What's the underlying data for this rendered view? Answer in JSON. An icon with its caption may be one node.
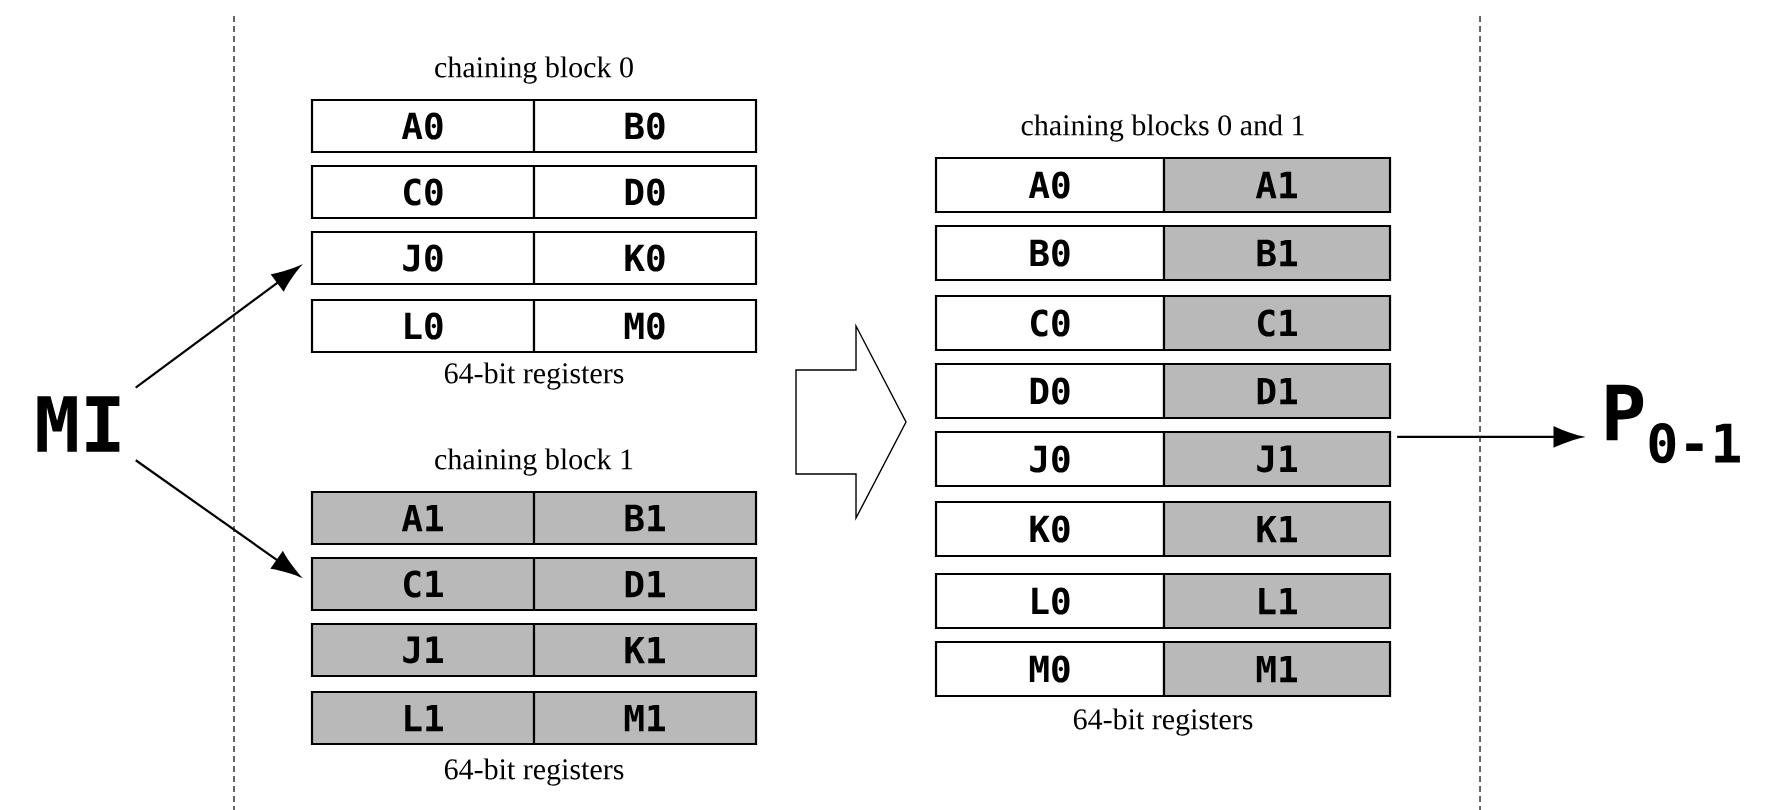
{
  "diagram": {
    "nodes": [
      {
        "text": [
          "MI"
        ]
      },
      {
        "text": [
          "A0"
        ]
      },
      {
        "text": [
          "B0"
        ]
      },
      {
        "text": [
          "C0"
        ]
      },
      {
        "text": [
          "D0"
        ]
      },
      {
        "text": [
          "J0"
        ]
      },
      {
        "text": [
          "K0"
        ]
      },
      {
        "text": [
          "L0"
        ]
      },
      {
        "text": [
          "M0"
        ]
      },
      {
        "text": [
          "A1"
        ]
      },
      {
        "text": [
          "B1"
        ]
      },
      {
        "text": [
          "C1"
        ]
      },
      {
        "text": [
          "D1"
        ]
      },
      {
        "text": [
          "J1"
        ]
      },
      {
        "text": [
          "K1"
        ]
      },
      {
        "text": [
          "L1"
        ]
      },
      {
        "text": [
          "M1"
        ]
      },
      {
        "text": [
          "A0"
        ]
      },
      {
        "text": [
          "A1"
        ]
      },
      {
        "text": [
          "B0"
        ]
      },
      {
        "text": [
          "B1"
        ]
      },
      {
        "text": [
          "C0"
        ]
      },
      {
        "text": [
          "C1"
        ]
      },
      {
        "text": [
          "D0"
        ]
      },
      {
        "text": [
          "D1"
        ]
      },
      {
        "text": [
          "J0"
        ]
      },
      {
        "text": [
          "J1"
        ]
      },
      {
        "text": [
          "K0"
        ]
      },
      {
        "text": [
          "K1"
        ]
      },
      {
        "text": [
          "L0"
        ]
      },
      {
        "text": [
          "L1"
        ]
      },
      {
        "text": [
          "M0"
        ]
      },
      {
        "text": [
          "M1"
        ]
      },
      {
        "text": [
          "P$_{0-1}$"
        ]
      }
    ],
    "edges": [
      {
        "from": 0,
        "to": 5,
        "arrow": "to"
      },
      {
        "from": 0,
        "to": 11,
        "arrow": "to"
      },
      {
        "from": 8,
        "to": 25,
        "arrow": "to",
        "style": "thick"
      },
      {
        "from": 10,
        "to": 25,
        "arrow": "to",
        "style": "thick"
      },
      {
        "from": 26,
        "to": 33,
        "arrow": "to"
      }
    ],
    "labels": [
      "chaining block 0",
      "64-bit registers",
      "chaining block 1",
      "64-bit registers",
      "chaining blocks 0 and 1",
      "64-bit registers"
    ]
  }
}
